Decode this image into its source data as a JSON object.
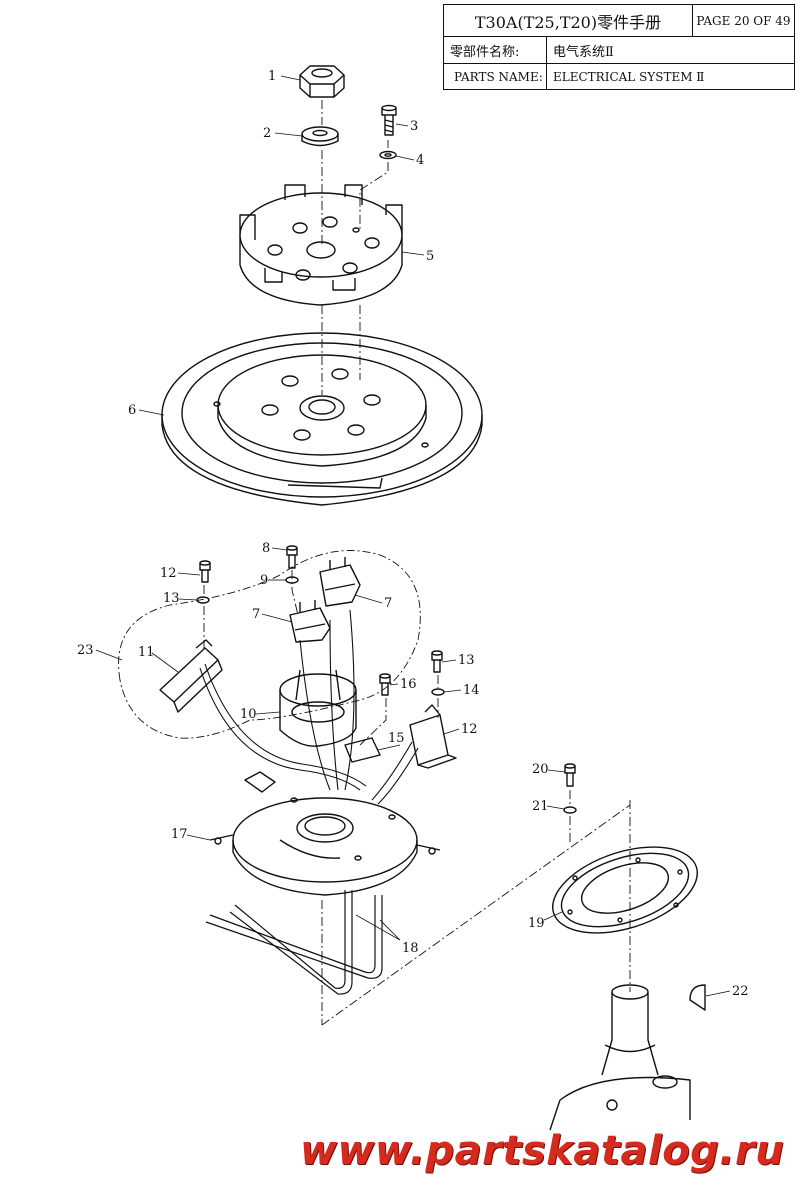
{
  "title_block": {
    "model": "T30A(T25,T20)零件手册",
    "page": "PAGE 20 OF 49",
    "cn_label": "零部件名称:",
    "cn_value": "电气系统Ⅱ",
    "en_label": "PARTS NAME:",
    "en_value": "ELECTRICAL SYSTEM Ⅱ"
  },
  "callouts": [
    {
      "id": "c1",
      "label": "1"
    },
    {
      "id": "c2",
      "label": "2"
    },
    {
      "id": "c3",
      "label": "3"
    },
    {
      "id": "c4",
      "label": "4"
    },
    {
      "id": "c5",
      "label": "5"
    },
    {
      "id": "c6",
      "label": "6"
    },
    {
      "id": "c7a",
      "label": "7"
    },
    {
      "id": "c7b",
      "label": "7"
    },
    {
      "id": "c8",
      "label": "8"
    },
    {
      "id": "c9",
      "label": "9"
    },
    {
      "id": "c10",
      "label": "10"
    },
    {
      "id": "c11",
      "label": "11"
    },
    {
      "id": "c12a",
      "label": "12"
    },
    {
      "id": "c12b",
      "label": "12"
    },
    {
      "id": "c13a",
      "label": "13"
    },
    {
      "id": "c13b",
      "label": "13"
    },
    {
      "id": "c14",
      "label": "14"
    },
    {
      "id": "c15",
      "label": "15"
    },
    {
      "id": "c16",
      "label": "16"
    },
    {
      "id": "c17",
      "label": "17"
    },
    {
      "id": "c18",
      "label": "18"
    },
    {
      "id": "c19",
      "label": "19"
    },
    {
      "id": "c20",
      "label": "20"
    },
    {
      "id": "c21",
      "label": "21"
    },
    {
      "id": "c22",
      "label": "22"
    },
    {
      "id": "c23",
      "label": "23"
    }
  ],
  "watermark": "www.partskatalog.ru",
  "colors": {
    "ink": "#111111",
    "watermark": "#d42b1e"
  }
}
